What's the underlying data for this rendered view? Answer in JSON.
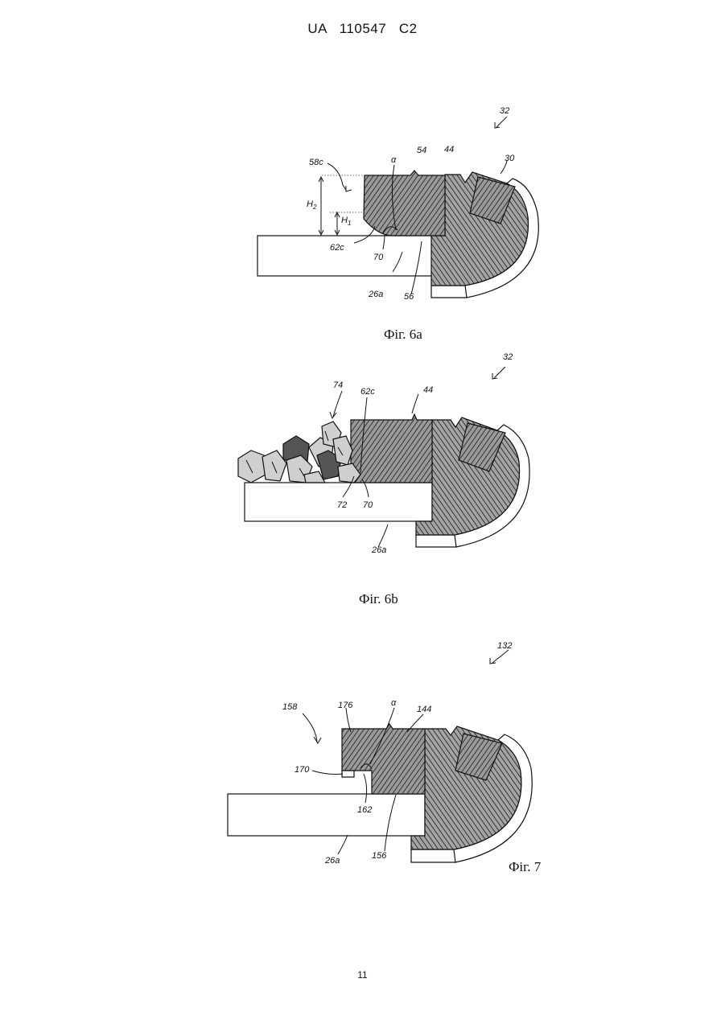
{
  "header": {
    "text": "UA   110547   C2"
  },
  "page_number": "11",
  "figures": [
    {
      "caption": "Фіг. 6а",
      "labels": {
        "ref_32": "32",
        "ref_30": "30",
        "ref_44": "44",
        "ref_54": "54",
        "alpha": "α",
        "ref_58c": "58c",
        "h2": "H",
        "h2_sub": "2",
        "h1": "H",
        "h1_sub": "1",
        "ref_62c": "62c",
        "ref_70": "70",
        "ref_26a": "26a",
        "ref_56": "56"
      }
    },
    {
      "caption": "Фіг. 6b",
      "labels": {
        "ref_32": "32",
        "ref_74": "74",
        "ref_62c": "62c",
        "ref_44": "44",
        "ref_72": "72",
        "ref_70": "70",
        "ref_26a": "26a"
      }
    },
    {
      "caption": "Фіг. 7",
      "labels": {
        "ref_132": "132",
        "ref_158": "158",
        "ref_176": "176",
        "alpha": "α",
        "ref_144": "144",
        "ref_170": "170",
        "ref_162": "162",
        "ref_26a": "26a",
        "ref_156": "156"
      }
    }
  ]
}
